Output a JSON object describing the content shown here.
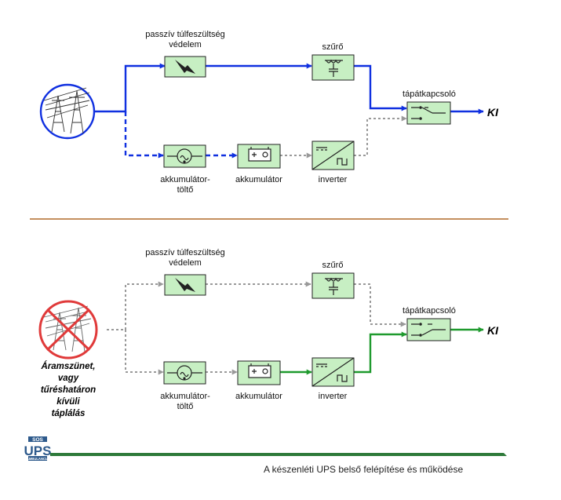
{
  "labels": {
    "surge_protection_line1": "passzív túlfeszültség",
    "surge_protection_line2": "védelem",
    "filter": "szűrő",
    "power_switch": "tápátkapcsoló",
    "output": "KI",
    "charger_line1": "akkumulátor-",
    "charger_line2": "töltő",
    "battery": "akkumulátor",
    "inverter": "inverter"
  },
  "outage_text": [
    "Áramszünet,",
    "vagy",
    "tűréshatáron",
    "kívüli",
    "táplálás"
  ],
  "logo": {
    "top": "SOS",
    "main": "UPS",
    "bottom": "AMBULANCIA"
  },
  "footer": {
    "caption": "A készenléti UPS belső felépítése és működése"
  },
  "colors": {
    "active_mains": "#1030e0",
    "active_battery": "#1f9a2e",
    "inactive": "#999999",
    "box_fill": "#c7efc3",
    "separator": "#b06a2a",
    "footer_bar": "#2e7a3a"
  }
}
